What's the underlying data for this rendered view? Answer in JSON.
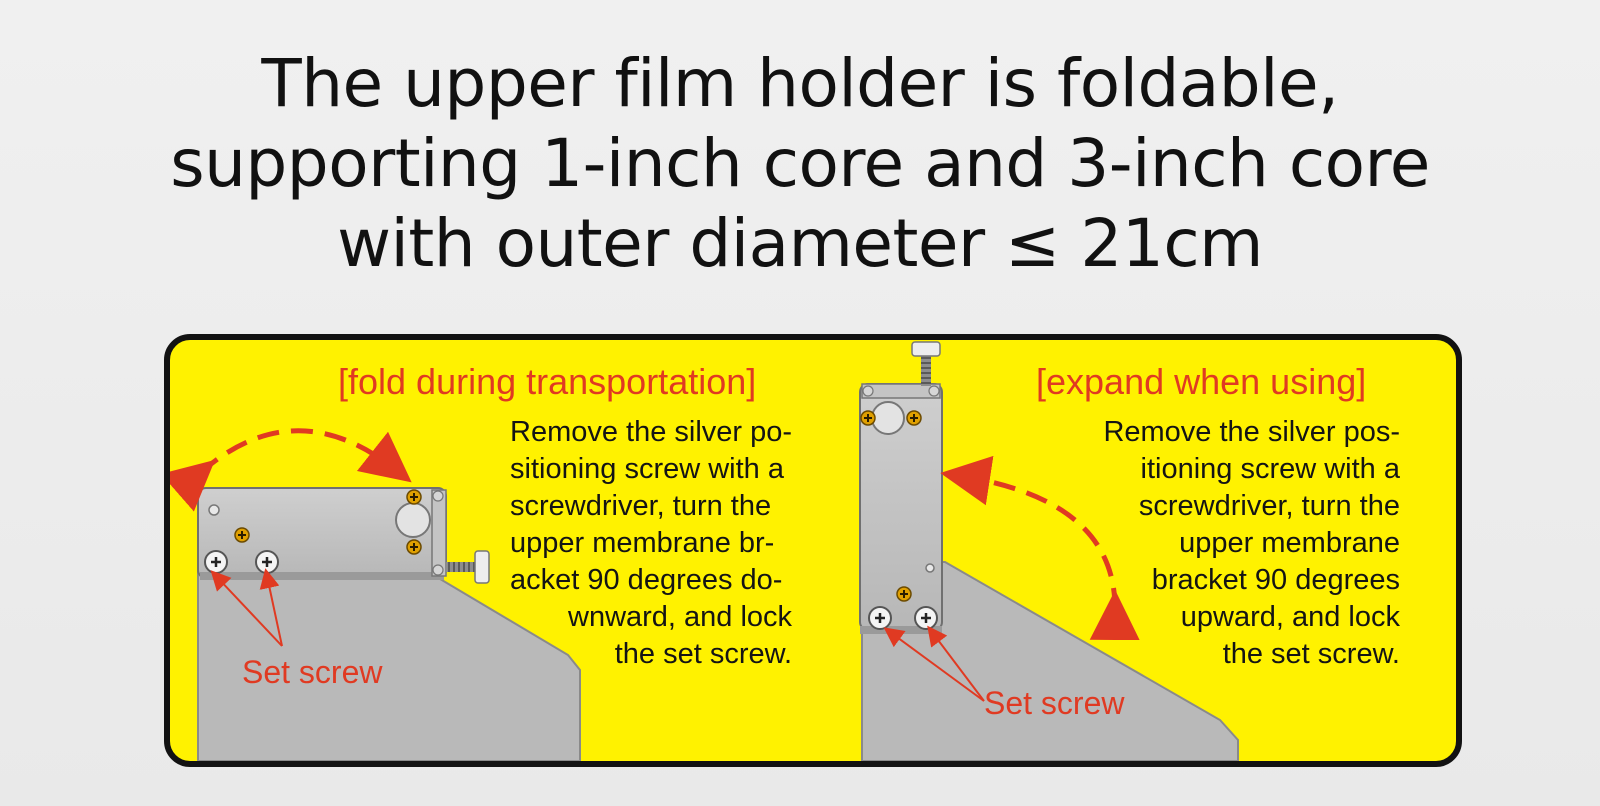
{
  "headline": {
    "lines": [
      "The upper film holder is foldable,",
      "supporting 1-inch core and 3-inch core",
      "with outer diameter ≤ 21cm"
    ]
  },
  "fold": {
    "title": "[fold during transportation]",
    "description_lines": [
      "Remove the silver po-",
      "sitioning screw with a",
      "screwdriver, turn the",
      "upper membrane br-",
      "acket 90 degrees do-",
      "wnward, and lock",
      "the set screw."
    ],
    "screw_label": "Set screw"
  },
  "expand": {
    "title": "[expand when using]",
    "description_lines": [
      "Remove the silver pos-",
      "itioning screw with a",
      "screwdriver, turn the",
      "upper membrane",
      "bracket 90 degrees",
      "upward, and lock",
      "the set screw."
    ],
    "screw_label": "Set screw"
  },
  "colors": {
    "panel_background": "#fff200",
    "panel_border": "#121212",
    "accent_red": "#e03a22",
    "bracket_gray": "#b9b9b9"
  },
  "icons": {
    "fold_arrow": "curved-double-arrow-icon",
    "expand_arrow": "curved-arrow-down-icon",
    "set_screw": "phillips-screw-icon",
    "gold_screw": "gold-screw-icon",
    "positioning_screw": "silver-positioning-screw-icon"
  }
}
